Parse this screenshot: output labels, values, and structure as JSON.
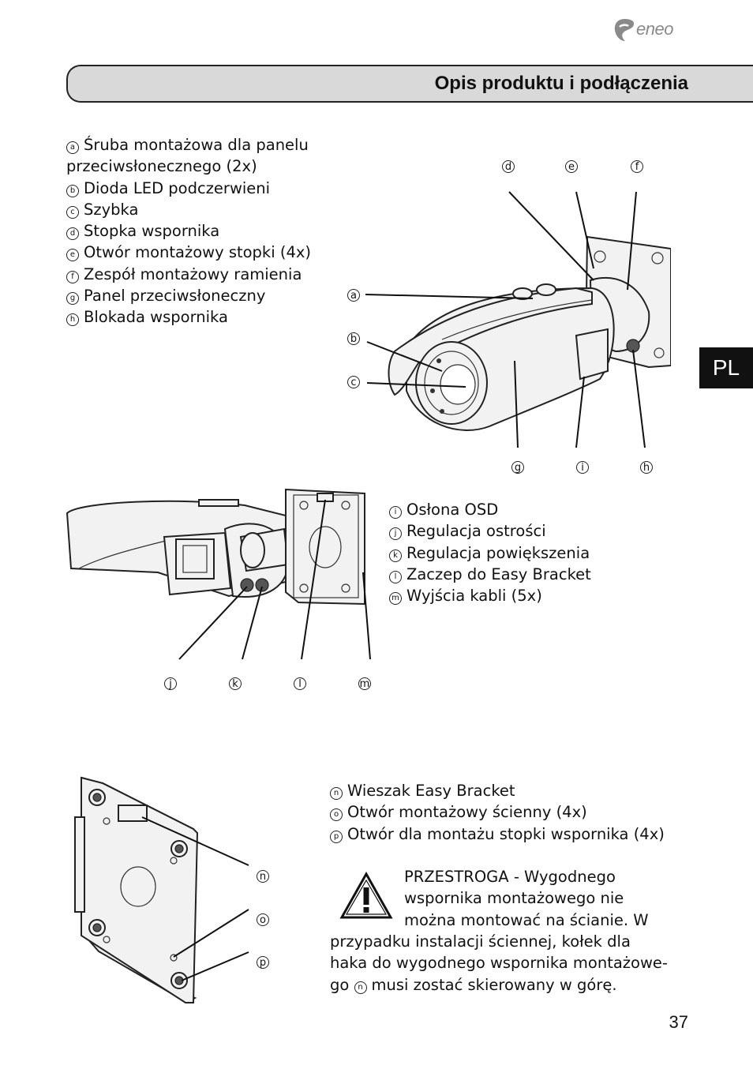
{
  "brand": {
    "name": "eneo"
  },
  "header": {
    "title": "Opis produktu i podłączenia"
  },
  "lang_tab": "PL",
  "list_top": [
    {
      "letter": "a",
      "text": "Śruba montażowa dla panelu"
    },
    {
      "letter": "",
      "text": "przeciwsłonecznego (2x)"
    },
    {
      "letter": "b",
      "text": "Dioda LED podczerwieni"
    },
    {
      "letter": "c",
      "text": "Szybka"
    },
    {
      "letter": "d",
      "text": "Stopka wspornika"
    },
    {
      "letter": "e",
      "text": "Otwór montażowy stopki (4x)"
    },
    {
      "letter": "f",
      "text": "Zespół montażowy ramienia"
    },
    {
      "letter": "g",
      "text": "Panel przeciwsłoneczny"
    },
    {
      "letter": "h",
      "text": "Blokada wspornika"
    }
  ],
  "list_mid": [
    {
      "letter": "i",
      "text": "Osłona OSD"
    },
    {
      "letter": "j",
      "text": "Regulacja ostrości"
    },
    {
      "letter": "k",
      "text": "Regulacja powiększenia"
    },
    {
      "letter": "l",
      "text": "Zaczep do Easy Bracket"
    },
    {
      "letter": "m",
      "text": "Wyjścia kabli (5x)"
    }
  ],
  "list_bot": [
    {
      "letter": "n",
      "text": "Wieszak Easy Bracket"
    },
    {
      "letter": "o",
      "text": "Otwór montażowy ścienny (4x)"
    },
    {
      "letter": "p",
      "text": "Otwór dla montażu stopki wspornika (4x)"
    }
  ],
  "fig1_callouts": [
    "d",
    "e",
    "f",
    "a",
    "b",
    "c",
    "g",
    "i",
    "h"
  ],
  "fig2_callouts": [
    "j",
    "k",
    "l",
    "m"
  ],
  "fig3_callouts": [
    "n",
    "o",
    "p"
  ],
  "warning": {
    "icon": "warning-triangle-icon",
    "lines": [
      "PRZESTROGA - Wygodnego",
      "wspornika montażowego nie",
      "można montować na ścianie. W"
    ],
    "cont_lines": [
      "przypadku instalacji ściennej, kołek dla",
      "haka do wygodnego wspornika montażowe-"
    ],
    "last_pre": "go",
    "last_letter": "n",
    "last_post": "musi zostać skierowany w górę."
  },
  "page_number": "37"
}
